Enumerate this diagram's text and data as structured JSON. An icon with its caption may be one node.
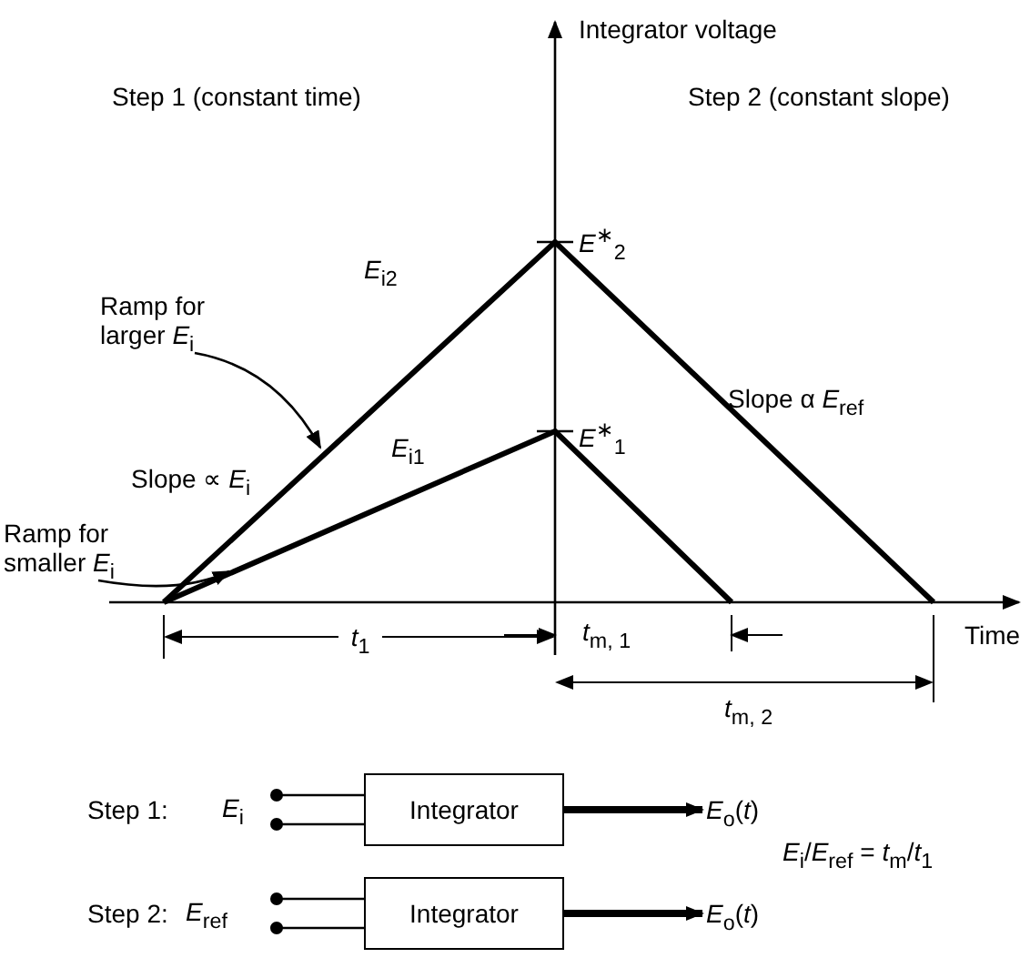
{
  "diagram": {
    "nodes": [
      {
        "text": [
          "Ramp for larger *E*$_{i}$"
        ]
      },
      {
        "text": [
          "Ramp for smaller *E*$_{i}$"
        ]
      },
      {
        "text": [
          "*E*$_{i}$"
        ]
      },
      {
        "text": [
          "Integrator"
        ]
      },
      {
        "text": [
          "*E*$_{o}$(*t*)"
        ]
      },
      {
        "text": [
          "*E*$_{ref}$"
        ]
      },
      {
        "text": [
          "Integrator"
        ]
      },
      {
        "text": [
          "*E*$_{o}$(*t*)"
        ]
      }
    ],
    "edges": [
      {
        "from": 0,
        "to": null,
        "arrow": "to"
      },
      {
        "from": 1,
        "to": null,
        "arrow": "to"
      },
      {
        "from": 2,
        "to": 3,
        "arrow": "other"
      },
      {
        "from": 2,
        "to": 3,
        "arrow": "other"
      },
      {
        "from": 3,
        "to": 4,
        "arrow": "to",
        "style": "thick"
      },
      {
        "from": 5,
        "to": 6,
        "arrow": "other"
      },
      {
        "from": 5,
        "to": 6,
        "arrow": "other"
      },
      {
        "from": 6,
        "to": 7,
        "arrow": "to",
        "style": "thick"
      }
    ],
    "labels": [
      "Integrator voltage",
      "Step 1 (constant time)",
      "Step 2 (constant slope)",
      "*E*$^{∗}$$_{2}$",
      "*E*$_{i2}$",
      "Slope ∝ *E*$_{i}$",
      "Slope α *E*$_{ref}$",
      "*E*$_{i1}$",
      "*E*$^{∗}$$_{1}$",
      "*t*$_{1}$",
      "*t*$_{m, 1}$",
      "Time",
      "*t*$_{m, 2}$",
      "Step 1:",
      "Step 2:",
      "*E*$_{i}$/*E*$_{ref}$ = *t*$_{m}$/*t*$_{1}$"
    ]
  }
}
